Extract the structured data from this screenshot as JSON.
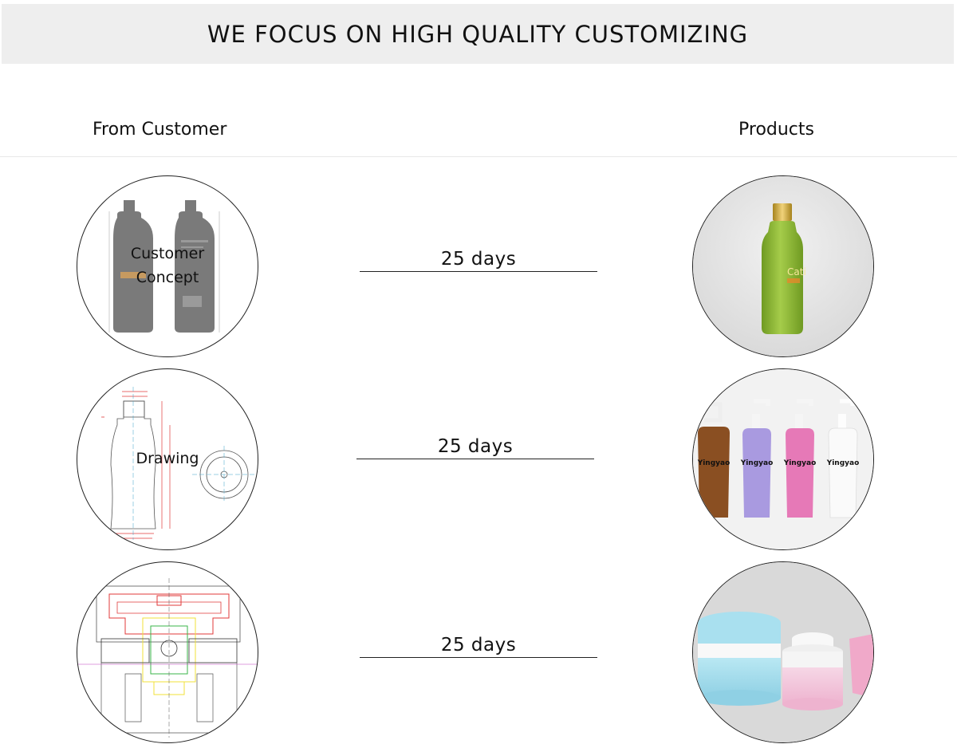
{
  "header": {
    "title": "WE FOCUS ON HIGH QUALITY CUSTOMIZING"
  },
  "columns": {
    "left": "From Customer",
    "right": "Products"
  },
  "rows": [
    {
      "stage_label": "Customer\nConcept",
      "lead_time": "25 days"
    },
    {
      "stage_label": "Drawing",
      "lead_time": "25 days"
    },
    {
      "stage_label": "",
      "lead_time": "25 days"
    }
  ],
  "products": {
    "row1_brand": "Cati",
    "row2_brand": [
      "Yingyao",
      "Yingyao",
      "Yingyao",
      "Yingyao"
    ]
  },
  "colors": {
    "banner_bg": "#eeeeee",
    "concept_gray": "#7a7a7a",
    "bottle_green": "#8bb53a",
    "cap_gold": "#c9a233",
    "bottle_brown": "#8a4f22",
    "bottle_purple": "#a99ae0",
    "bottle_pink": "#e679b7",
    "jar_blue": "#a9e0ef",
    "jar_pink": "#f2c6dc",
    "cad_red": "#e03a3a",
    "cad_green": "#39b54a",
    "cad_yellow": "#f2e13a"
  }
}
